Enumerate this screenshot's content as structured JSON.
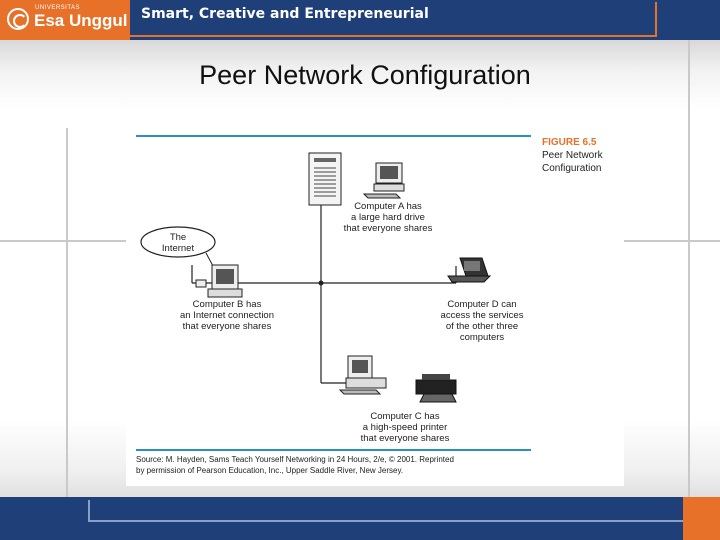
{
  "header": {
    "logo_small": "UNIVERSITAS",
    "logo_text": "Esa Unggul",
    "tagline": "Smart, Creative and Entrepreneurial"
  },
  "slide": {
    "title": "Peer Network Configuration"
  },
  "figure": {
    "label": "FIGURE 6.5",
    "caption_line1": "Peer Network",
    "caption_line2": "Configuration",
    "internet_label_line1": "The",
    "internet_label_line2": "Internet",
    "computer_a": [
      "Computer A has",
      "a large hard drive",
      "that everyone shares"
    ],
    "computer_b": [
      "Computer B has",
      "an Internet connection",
      "that everyone shares"
    ],
    "computer_c": [
      "Computer C has",
      "a high-speed printer",
      "that everyone shares"
    ],
    "computer_d": [
      "Computer D can",
      "access the services",
      "of the other three",
      "computers"
    ],
    "source_line1": "Source: M. Hayden, Sams Teach Yourself Networking in 24 Hours, 2/e, © 2001. Reprinted",
    "source_line2": "by permission of Pearson Education, Inc., Upper Saddle River, New Jersey."
  },
  "colors": {
    "header_blue": "#1f3f78",
    "accent_orange": "#e8712a",
    "figure_rule": "#2a8fc4"
  }
}
